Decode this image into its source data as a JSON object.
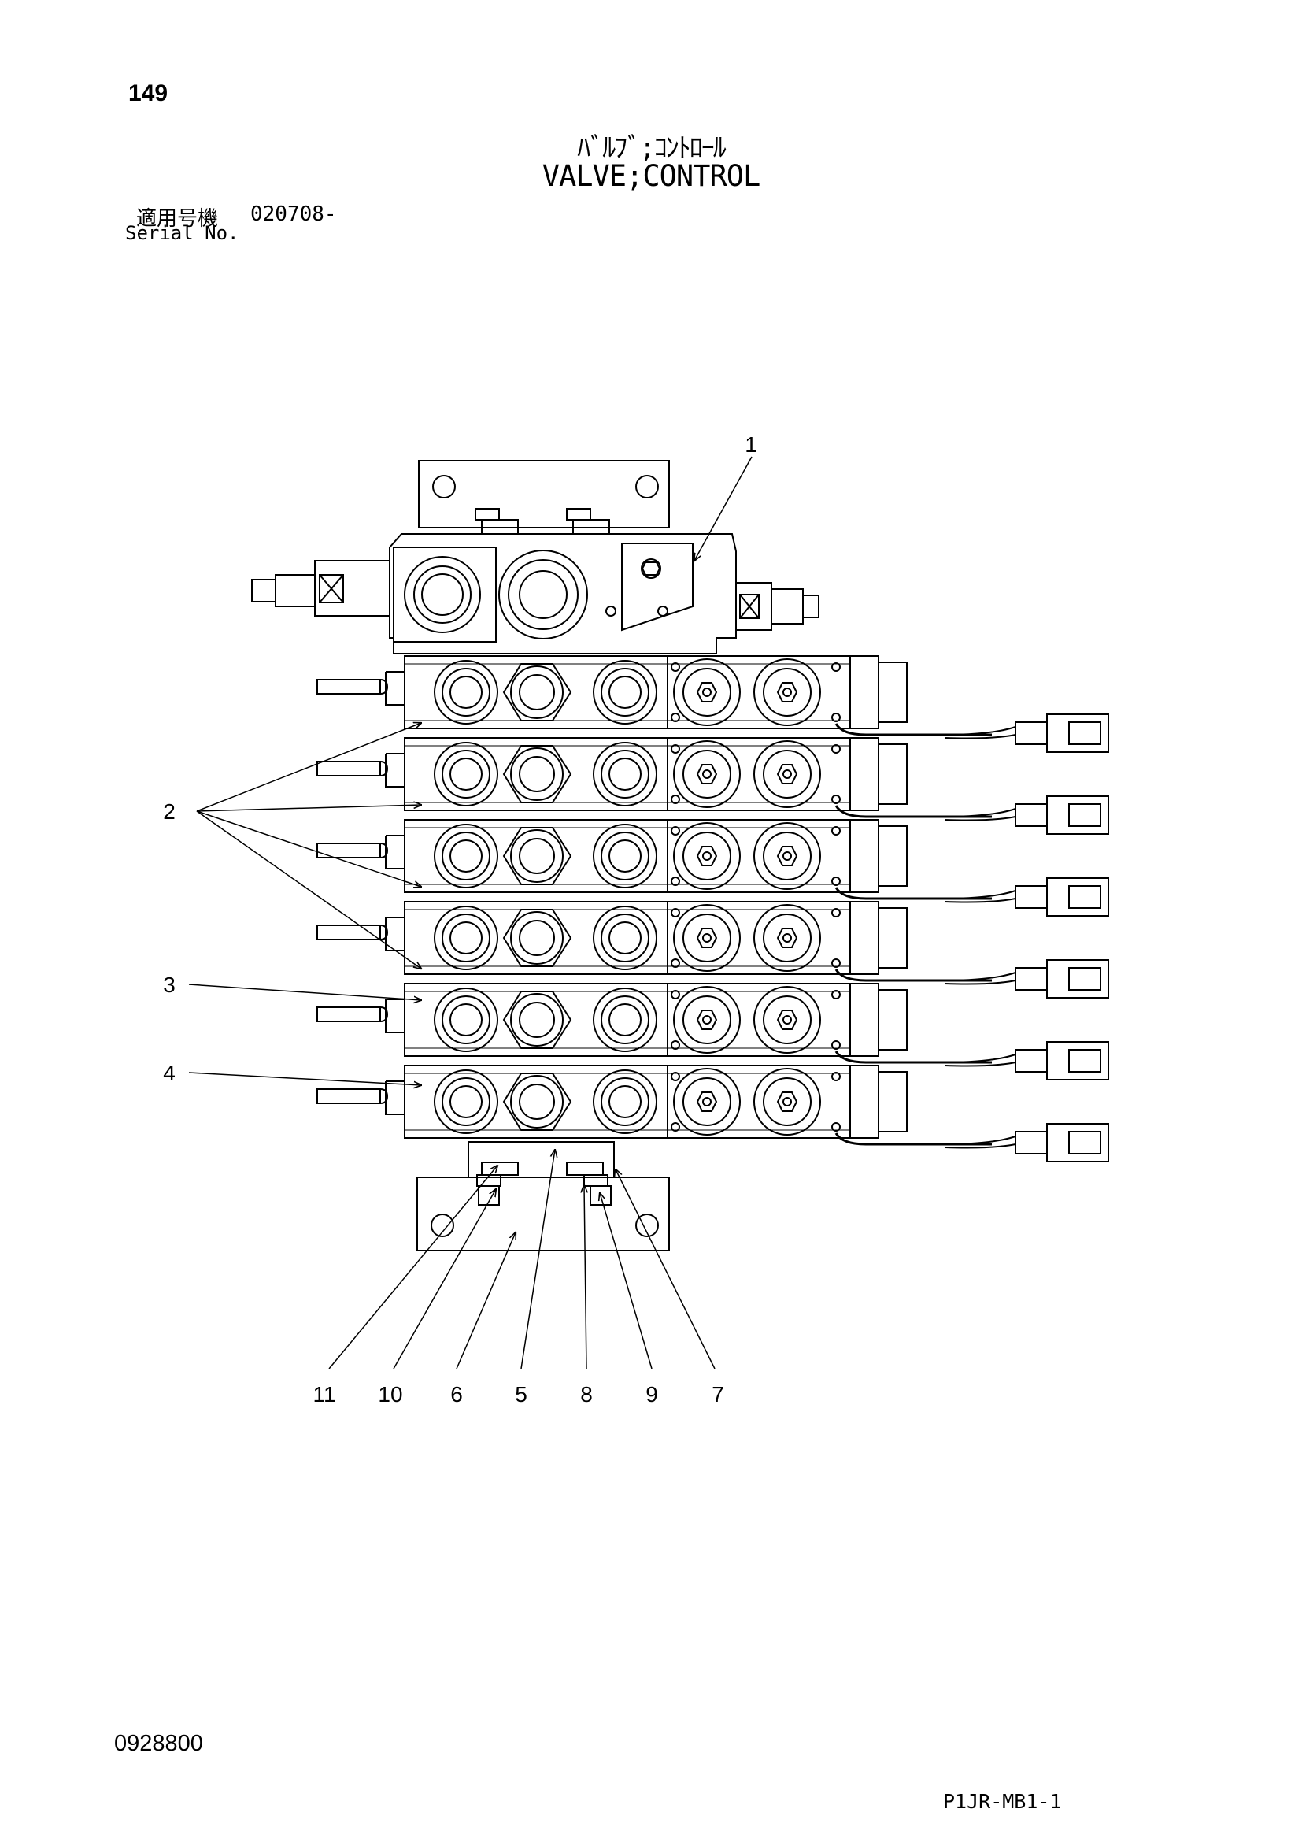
{
  "page_number": "149",
  "title": {
    "japanese": "ﾊﾞﾙﾌﾞ;ｺﾝﾄﾛｰﾙ",
    "english": "VALVE;CONTROL"
  },
  "serial": {
    "label_jp": "適用号機",
    "value": "020708-",
    "label_en": "Serial No."
  },
  "callouts": [
    "1",
    "2",
    "3",
    "4",
    "11",
    "10",
    "6",
    "5",
    "8",
    "9",
    "7"
  ],
  "footer": {
    "doc_code": "0928800",
    "figure_code": "P1JR-MB1-1"
  },
  "colors": {
    "line": "#000000",
    "background": "#ffffff"
  }
}
